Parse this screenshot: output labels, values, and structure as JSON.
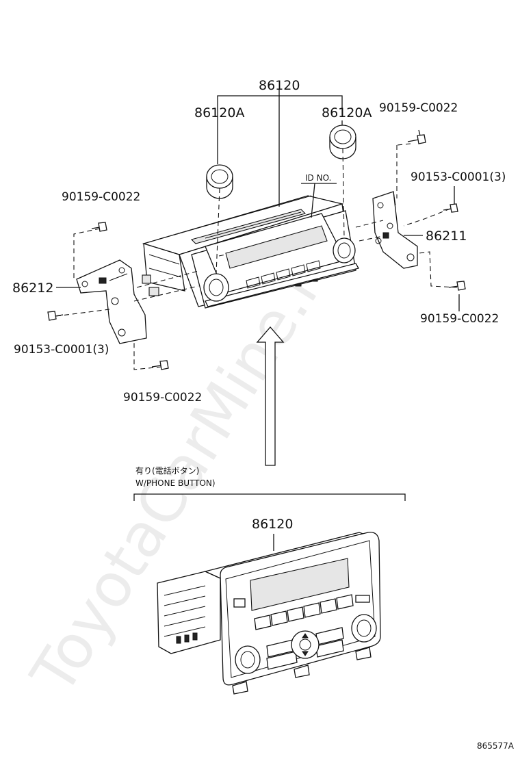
{
  "diagram": {
    "labels": {
      "radio_assembly": "86120",
      "knob_left": "86120A",
      "knob_right": "86120A",
      "id_plate": "ID NO.",
      "bracket_right": "86211",
      "bracket_left": "86212",
      "bolt_right_top": "90159-C0022",
      "screw_right": "90153-C0001(3)",
      "bolt_right_bottom": "90159-C0022",
      "bolt_left_top": "90159-C0022",
      "screw_left": "90153-C0001(3)",
      "bolt_left_bottom": "90159-C0022",
      "variant_radio_assembly": "86120"
    },
    "variant": {
      "title_jp": "有り(電話ボタン)",
      "title_en": "W/PHONE BUTTON)"
    },
    "watermark": "ToyotaCarMine.ru",
    "figure_code": "865577A"
  }
}
